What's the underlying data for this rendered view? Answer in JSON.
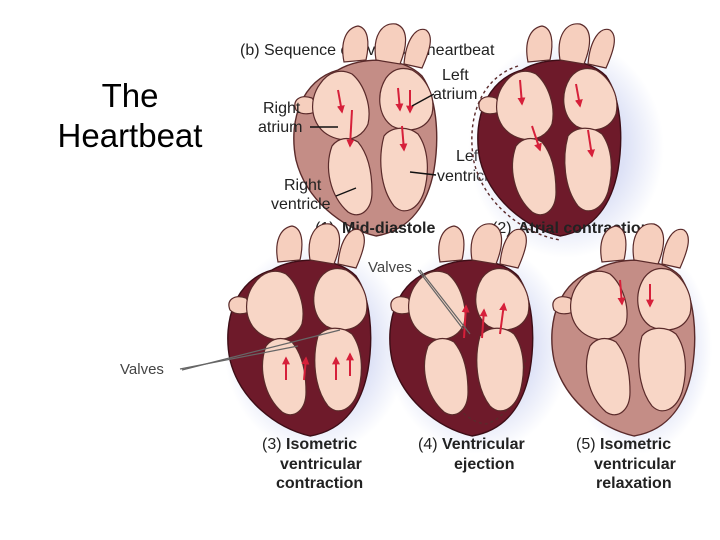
{
  "slide": {
    "title_line1": "The",
    "title_line2": "Heartbeat"
  },
  "figure": {
    "heading": "(b) Sequence of events in heartbeat",
    "labels": {
      "right_atrium_1": "Right",
      "right_atrium_2": "atrium",
      "left_atrium_1": "Left",
      "left_atrium_2": "atrium",
      "left_ventricle_1": "Left",
      "left_ventricle_2": "ventricle",
      "right_ventricle_1": "Right",
      "right_ventricle_2": "ventricle"
    },
    "callouts": {
      "valves_top": "Valves",
      "valves_left": "Valves"
    },
    "stages": [
      {
        "number": "(1)",
        "line1": "Mid-diastole",
        "line2": "",
        "line3": ""
      },
      {
        "number": "(2)",
        "line1": "Atrial contraction",
        "line2": "",
        "line3": ""
      },
      {
        "number": "(3)",
        "line1": "Isometric",
        "line2": "ventricular",
        "line3": "contraction"
      },
      {
        "number": "(4)",
        "line1": "Ventricular",
        "line2": "ejection",
        "line3": ""
      },
      {
        "number": "(5)",
        "line1": "Isometric",
        "line2": "ventricular",
        "line3": "relaxation"
      }
    ],
    "colors": {
      "tissue_light": "#c48d86",
      "tissue_dark": "#6e1a2a",
      "chamber": "#f8d6c6",
      "vessel": "#f6cfbe",
      "arrow": "#d6203a",
      "halo": "#d9def5",
      "outline": "#5a2a2a"
    }
  }
}
